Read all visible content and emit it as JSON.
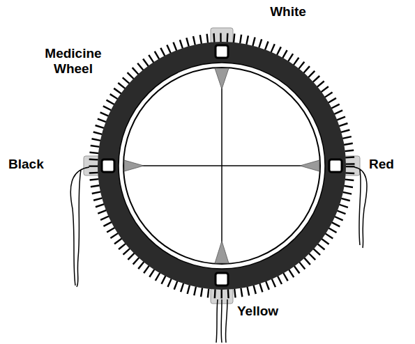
{
  "diagram": {
    "labels": [
      "Medicine Wheel",
      "White",
      "Black",
      "Red",
      "Yellow"
    ]
  }
}
